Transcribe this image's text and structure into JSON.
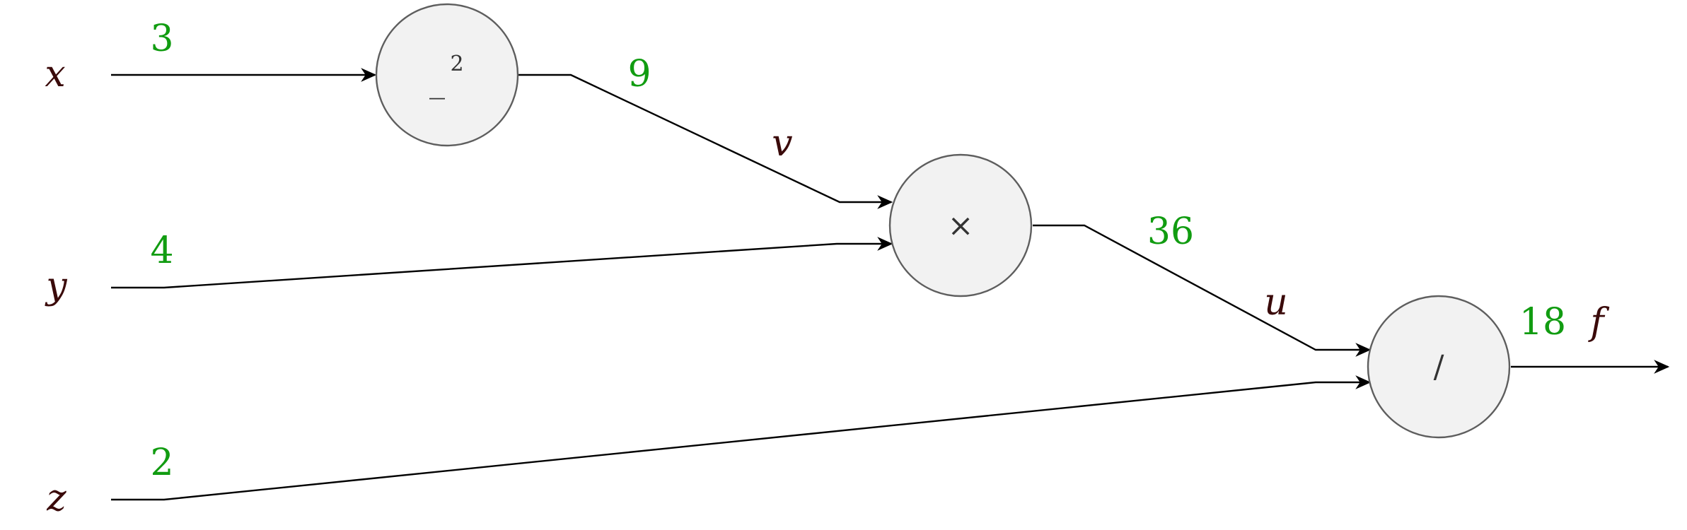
{
  "inputs": {
    "x": {
      "name": "x",
      "value": "3"
    },
    "y": {
      "name": "y",
      "value": "4"
    },
    "z": {
      "name": "z",
      "value": "2"
    }
  },
  "nodes": {
    "square": {
      "base": "_",
      "exponent": "2"
    },
    "multiply": {
      "symbol": "×"
    },
    "divide": {
      "symbol": "/"
    }
  },
  "intermediates": {
    "v": {
      "name": "v",
      "value": "9"
    },
    "u": {
      "name": "u",
      "value": "36"
    }
  },
  "output": {
    "name": "f",
    "value": "18"
  },
  "colors": {
    "value": "#119c11",
    "variable": "#3a0a0a",
    "node_fill": "#f2f2f2",
    "node_stroke": "#5e5e5e",
    "edge": "#000000"
  }
}
